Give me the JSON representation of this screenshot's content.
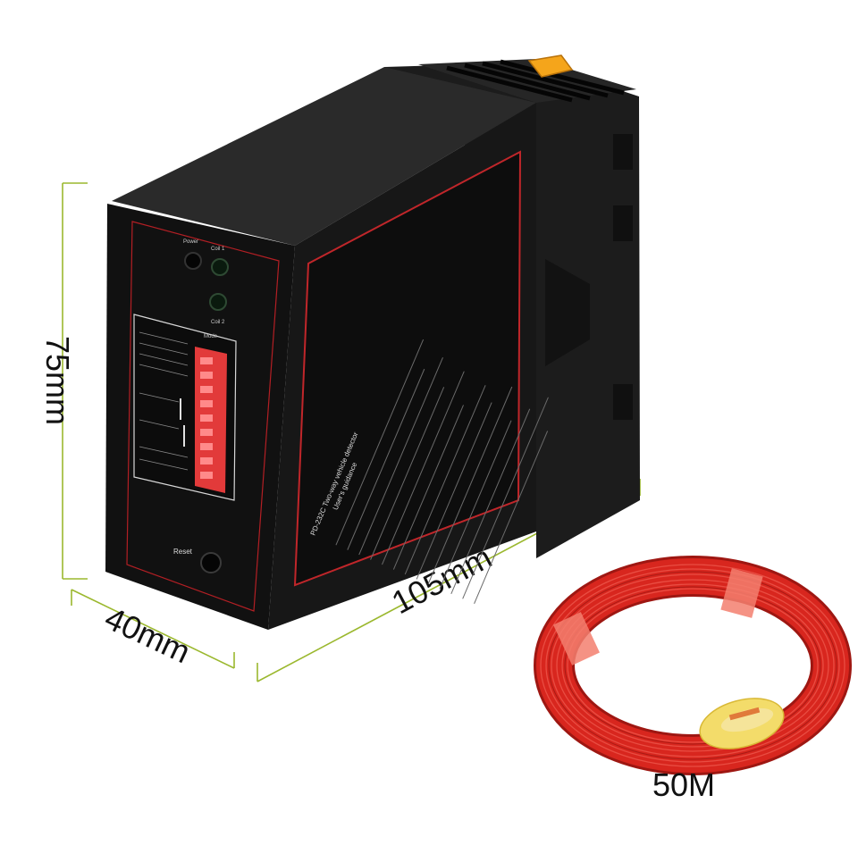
{
  "dimensions": {
    "height_label": "75mm",
    "depth_label": "40mm",
    "length_label": "105mm"
  },
  "detector": {
    "model_title": "PD-232C Two-way vehicle detector",
    "subtitle": "User's guidance",
    "power_label": "Power",
    "coil1_label": "Coil 1",
    "coil2_label": "Coil 2",
    "mode_label": "Mode",
    "reset_label": "Reset",
    "body_color": "#141414",
    "panel_border_color": "#c0262a",
    "dip_color": "#e23a3a"
  },
  "wire": {
    "length_label": "50M",
    "color": "#d8261e"
  },
  "colors": {
    "dimension_line": "#9bb82e"
  }
}
